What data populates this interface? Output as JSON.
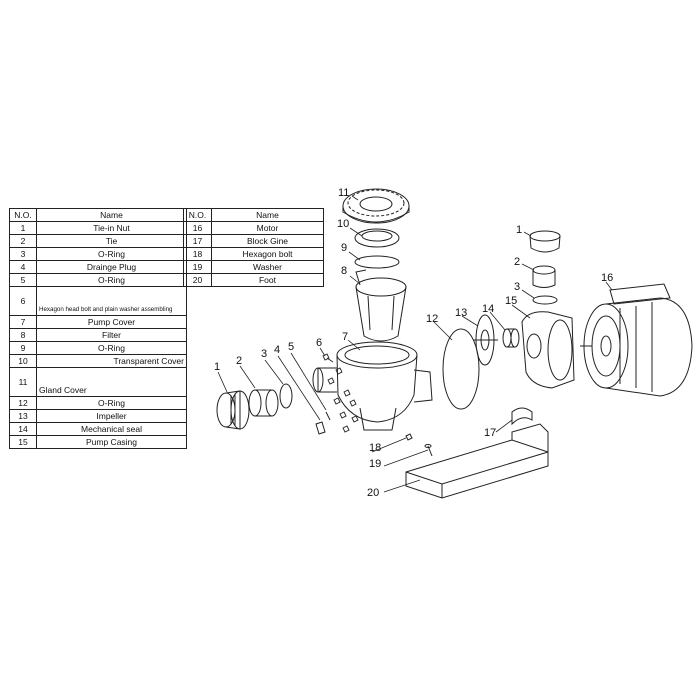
{
  "table_left": {
    "headers": [
      "N.O.",
      "Name"
    ],
    "rows": [
      {
        "no": "1",
        "name": "Tie-in Nut"
      },
      {
        "no": "2",
        "name": "Tie"
      },
      {
        "no": "3",
        "name": "O-Ring"
      },
      {
        "no": "4",
        "name": "Drainge Plug"
      },
      {
        "no": "5",
        "name": "O-Ring"
      },
      {
        "no": "6",
        "name": "Hexagon head bolt and plain washer assembling"
      },
      {
        "no": "7",
        "name": "Pump Cover"
      },
      {
        "no": "8",
        "name": "Filter"
      },
      {
        "no": "9",
        "name": "O-Ring"
      },
      {
        "no": "10",
        "name": "Transparent Cover"
      },
      {
        "no": "11",
        "name": "Gland Cover"
      },
      {
        "no": "12",
        "name": "O-Ring"
      },
      {
        "no": "13",
        "name": "Impeller"
      },
      {
        "no": "14",
        "name": "Mechanical seal"
      },
      {
        "no": "15",
        "name": "Pump Casing"
      }
    ]
  },
  "table_right": {
    "headers": [
      "N.O.",
      "Name"
    ],
    "rows": [
      {
        "no": "16",
        "name": "Motor"
      },
      {
        "no": "17",
        "name": "Block Gine"
      },
      {
        "no": "18",
        "name": "Hexagon bolt"
      },
      {
        "no": "19",
        "name": "Washer"
      },
      {
        "no": "20",
        "name": "Foot"
      }
    ]
  },
  "callouts": [
    "1",
    "2",
    "3",
    "4",
    "5",
    "6",
    "7",
    "8",
    "9",
    "10",
    "11",
    "12",
    "13",
    "14",
    "15",
    "16",
    "17",
    "1",
    "2",
    "3",
    "18",
    "19",
    "20"
  ]
}
